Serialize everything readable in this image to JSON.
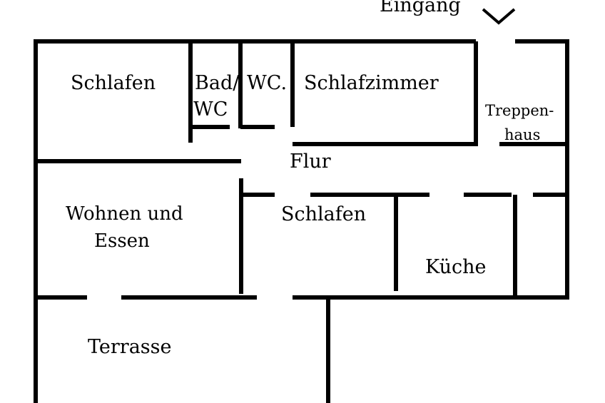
{
  "plan": {
    "entrance": "Eingang",
    "rooms": {
      "bedroom_top_left": "Schlafen",
      "bath_line1": "Bad/",
      "bath_line2": "WC",
      "wc": "WC.",
      "master_bedroom": "Schlafzimmer",
      "stairwell_line1": "Treppen-",
      "stairwell_line2": "haus",
      "hallway": "Flur",
      "living_line1": "Wohnen und",
      "living_line2": "Essen",
      "bedroom_middle": "Schlafen",
      "kitchen": "Küche",
      "terrace": "Terrasse"
    }
  }
}
